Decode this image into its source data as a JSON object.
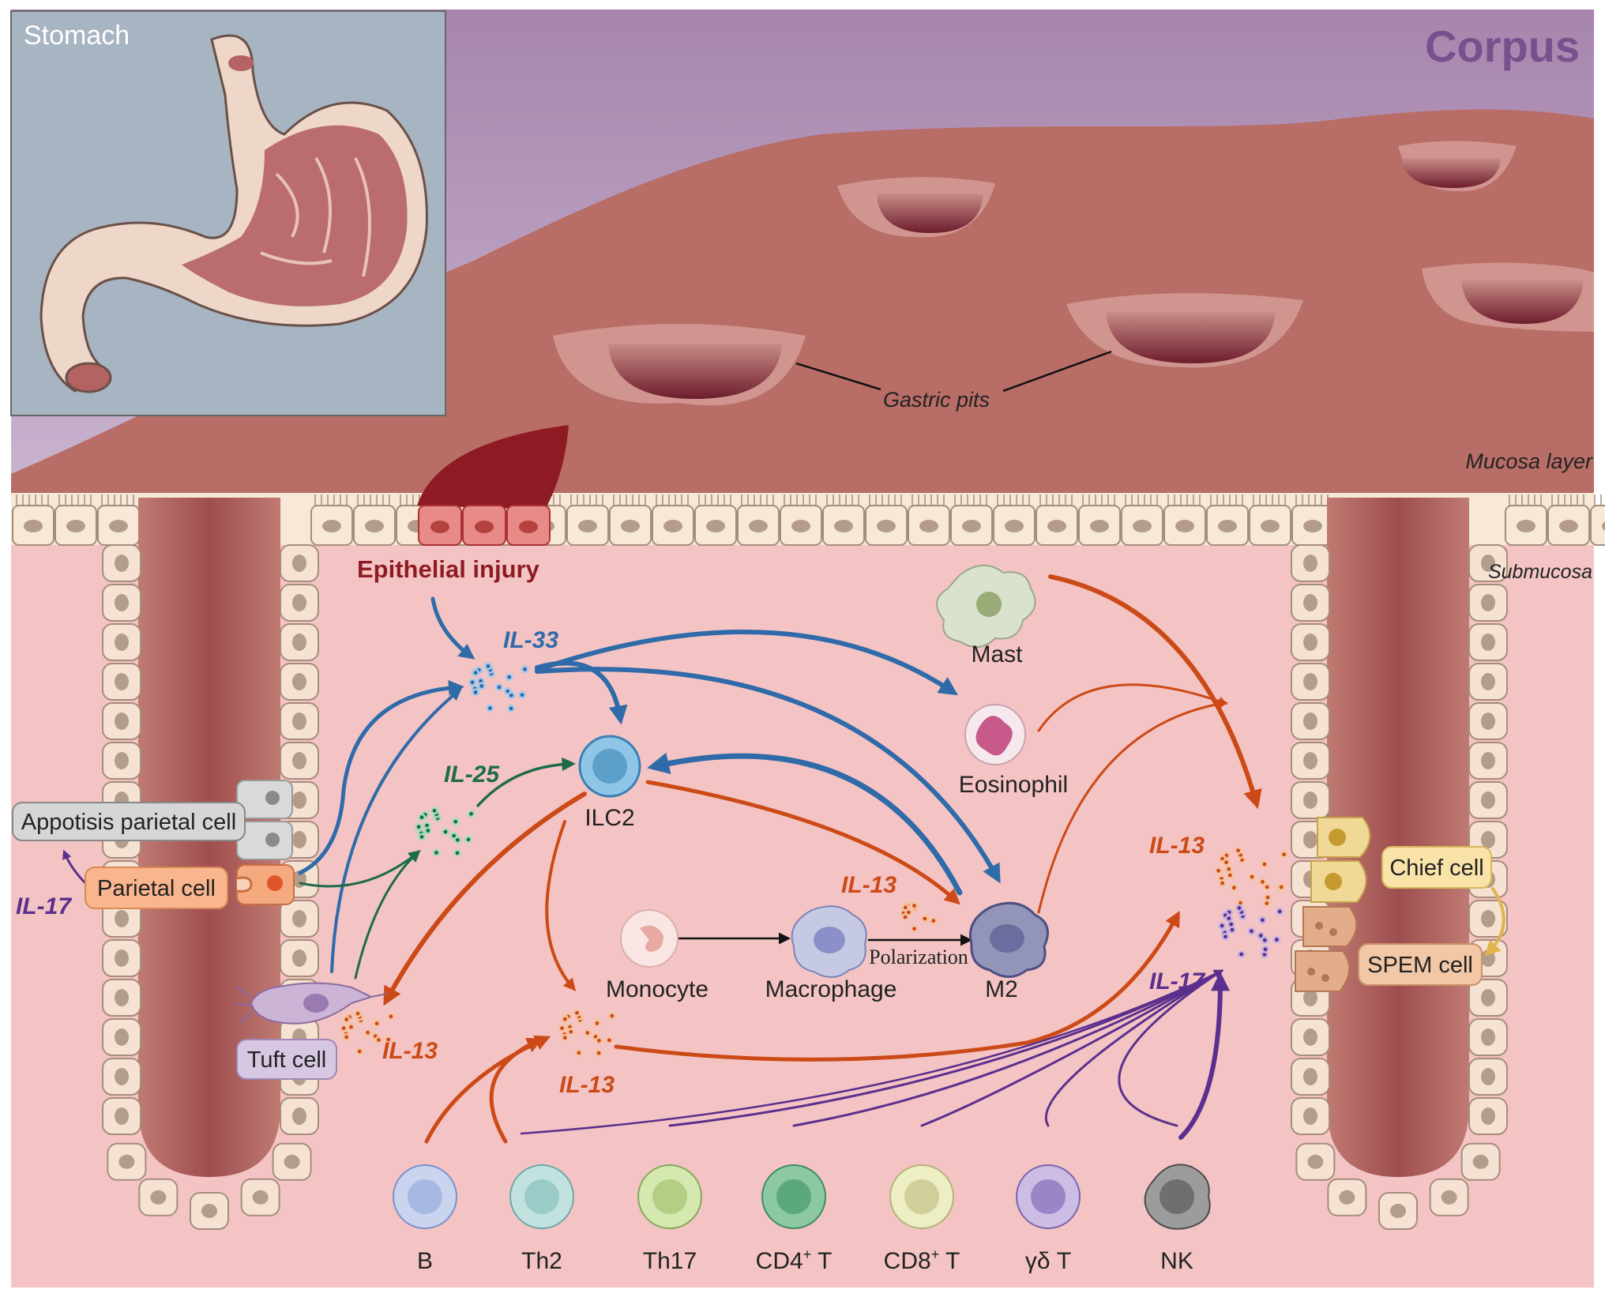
{
  "titles": {
    "inset": "Stomach",
    "region": "Corpus"
  },
  "regions": {
    "gastric_pits": "Gastric pits",
    "mucosa": "Mucosa layer",
    "submucosa": "Submucosa"
  },
  "events": {
    "epithelial_injury": "Epithelial injury",
    "polarization": "Polarization"
  },
  "boxes": {
    "apoptosis": "Appotisis parietal cell",
    "parietal": "Parietal cell",
    "tuft": "Tuft cell",
    "chief": "Chief cell",
    "spem": "SPEM cell"
  },
  "cells": {
    "ilc2": "ILC2",
    "mast": "Mast",
    "eosinophil": "Eosinophil",
    "monocyte": "Monocyte",
    "macrophage": "Macrophage",
    "m2": "M2"
  },
  "bottom_cells": [
    {
      "label": "B",
      "sup": ""
    },
    {
      "label": "Th2",
      "sup": ""
    },
    {
      "label": "Th17",
      "sup": ""
    },
    {
      "label": "CD4",
      "sup": "+",
      "suffix": " T"
    },
    {
      "label": "CD8",
      "sup": "+",
      "suffix": " T"
    },
    {
      "label": "γδ T",
      "sup": ""
    },
    {
      "label": "NK",
      "sup": ""
    }
  ],
  "cytokines": {
    "il33": "IL-33",
    "il25": "IL-25",
    "il13_tuft": "IL-13",
    "il13_mid": "IL-13",
    "il13_m2": "IL-13",
    "il13_right": "IL-13",
    "il17_right": "IL-17",
    "il17_left": "IL-17"
  },
  "colors": {
    "blue": "#2f6aa9",
    "green": "#1d6b4b",
    "orange": "#cc4a17",
    "purple": "#5b2f8d",
    "injury": "#8e1b24",
    "corpus": "#7a4f8d",
    "chief_arrow": "#e2b34a"
  }
}
